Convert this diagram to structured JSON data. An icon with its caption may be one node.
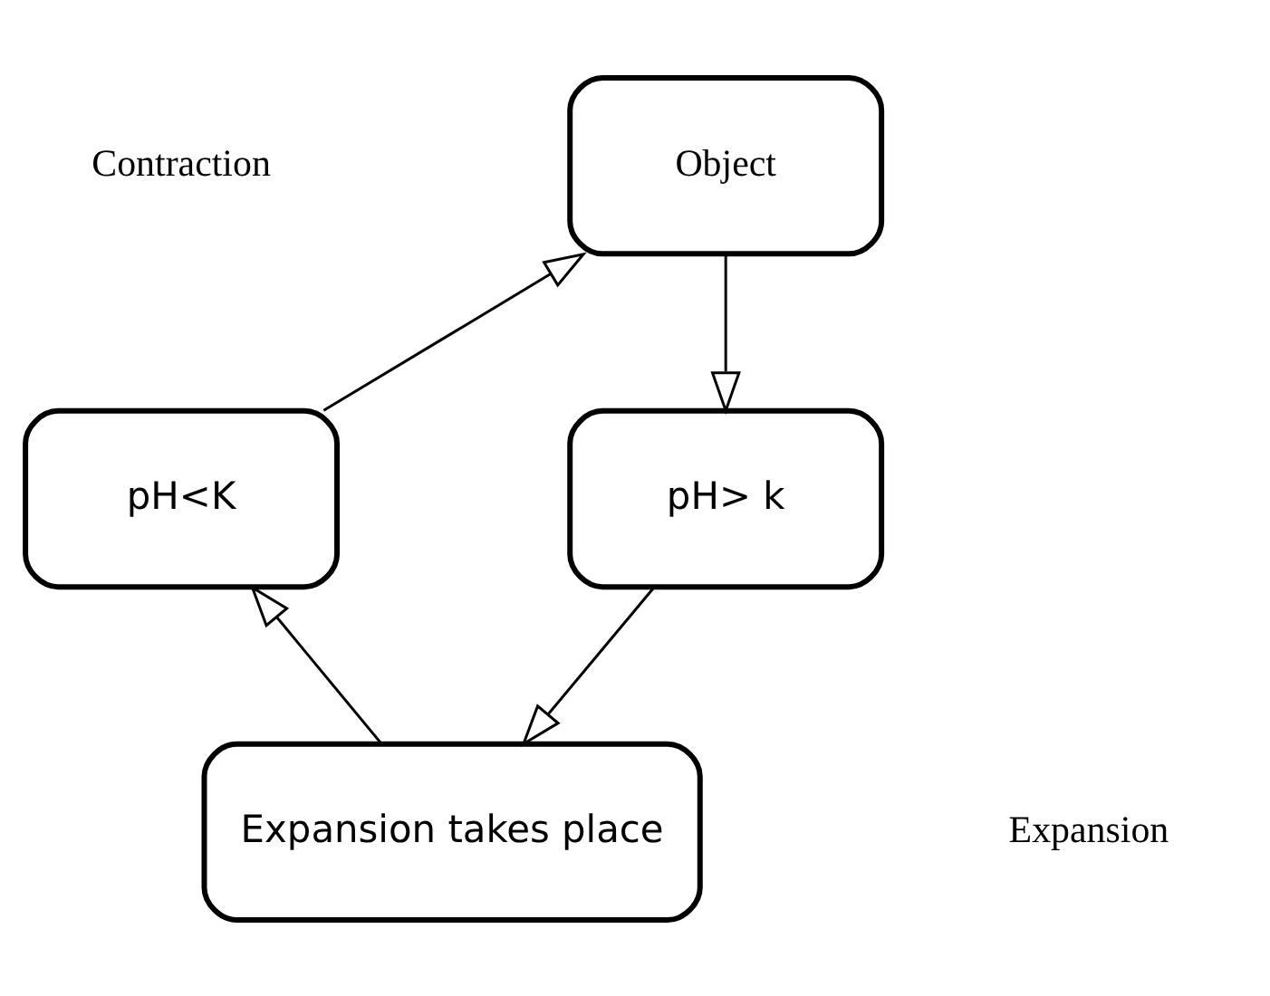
{
  "diagram": {
    "nodes": [
      {
        "text": [
          "Object"
        ]
      },
      {
        "text": [
          "pH> k"
        ]
      },
      {
        "text": [
          "Expansion takes place"
        ]
      },
      {
        "text": [
          "pH<K"
        ]
      }
    ],
    "edges": [
      {
        "from": 0,
        "to": 1,
        "arrow": "to"
      },
      {
        "from": 1,
        "to": 2,
        "arrow": "to"
      },
      {
        "from": 2,
        "to": 3,
        "arrow": "to"
      },
      {
        "from": 3,
        "to": 0,
        "arrow": "to"
      }
    ],
    "labels": [
      "Contraction",
      "Expansion"
    ]
  }
}
